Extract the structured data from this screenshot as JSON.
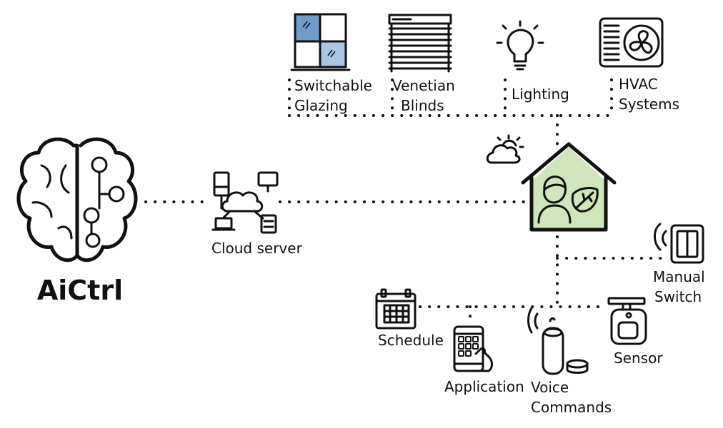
{
  "brand": {
    "name": "AiCtrl"
  },
  "hub": {
    "cloud_label": "Cloud server"
  },
  "actuators": {
    "glazing": [
      "Switchable",
      "Glazing"
    ],
    "blinds": [
      "Venetian",
      "Blinds"
    ],
    "lighting": [
      "Lighting"
    ],
    "hvac": [
      "HVAC",
      "Systems"
    ]
  },
  "inputs": {
    "manual_switch": [
      "Manual",
      "Switch"
    ],
    "schedule": [
      "Schedule"
    ],
    "application": [
      "Application"
    ],
    "voice": [
      "Voice",
      "Commands"
    ],
    "sensor": [
      "Sensor"
    ]
  },
  "colors": {
    "house_fill": "#cfe6bd",
    "glass_blue": "#6f9cc9",
    "glass_light": "#a9c6e4",
    "line": "#111111"
  },
  "icons": [
    "brain-circuit-icon",
    "cloud-network-icon",
    "glazing-window-icon",
    "venetian-blinds-icon",
    "light-bulb-icon",
    "hvac-fan-icon",
    "weather-icon",
    "smart-home-icon",
    "wall-switch-icon",
    "calendar-icon",
    "smartphone-icon",
    "smart-speaker-icon",
    "motion-sensor-icon"
  ]
}
